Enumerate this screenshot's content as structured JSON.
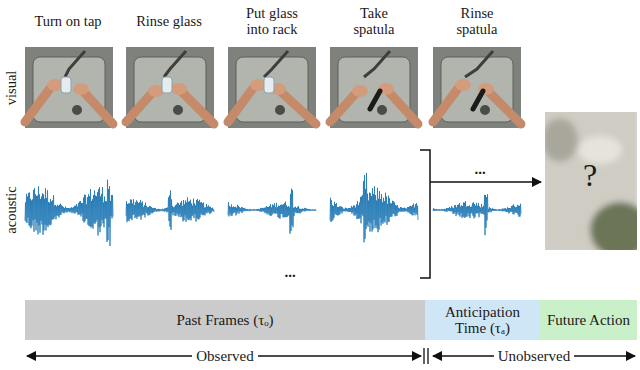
{
  "diagram": {
    "nodes": [
      {
        "text": [
          "Past Frames (τₒ)"
        ]
      },
      {
        "text": [
          "Anticipation Time (τₐ)"
        ]
      },
      {
        "text": [
          "Future Action"
        ]
      }
    ],
    "labels": [
      "Turn on tap",
      "Rinse glass",
      "Put glass into rack",
      "Take spatula",
      "Rinse spatula",
      "visual",
      "acoustic",
      "...",
      "?",
      "...",
      "Observed",
      "Unobserved"
    ]
  }
}
